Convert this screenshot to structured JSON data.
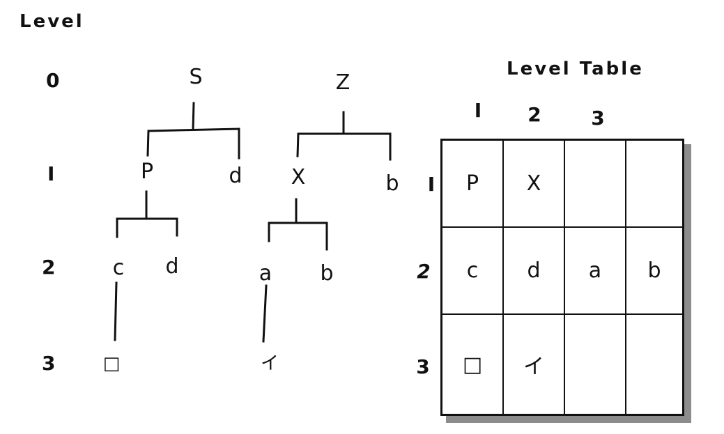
{
  "header": {
    "level_label": "Level"
  },
  "level_numbers": [
    "0",
    "I",
    "2",
    "3"
  ],
  "tree_s": {
    "root": "S",
    "level1": [
      "P",
      "d"
    ],
    "level2": [
      "c",
      "d"
    ],
    "level3": [
      "□"
    ]
  },
  "tree_z": {
    "root": "Z",
    "level1": [
      "X",
      "b"
    ],
    "level2": [
      "a",
      "b"
    ],
    "level3": [
      "イ"
    ]
  },
  "level_table": {
    "title": "Level Table",
    "column_headers": [
      "I",
      "2",
      "3"
    ],
    "row_labels": [
      "I",
      "2",
      "3"
    ],
    "rows": [
      [
        "P",
        "X",
        "",
        ""
      ],
      [
        "c",
        "d",
        "a",
        "b"
      ],
      [
        "□",
        "イ",
        "",
        ""
      ]
    ]
  }
}
